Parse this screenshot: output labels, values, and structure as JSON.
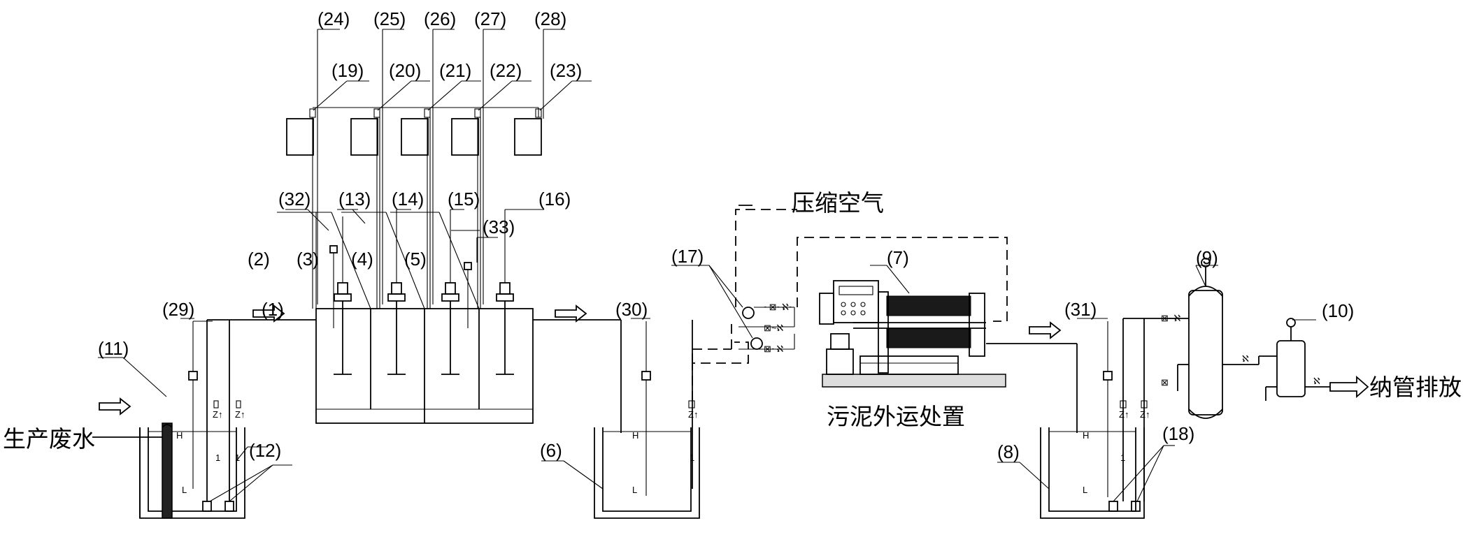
{
  "texts": {
    "wastewater": "生产废水",
    "compressed_air": "压缩空气",
    "sludge_disposal": "污泥外运处置",
    "discharge": "纳管排放",
    "level_high": "H",
    "level_low": "L"
  },
  "callouts": {
    "c1": "(1)",
    "c2": "(2)",
    "c3": "(3)",
    "c4": "(4)",
    "c5": "(5)",
    "c6": "(6)",
    "c7": "(7)",
    "c8": "(8)",
    "c9": "(9)",
    "c10": "(10)",
    "c11": "(11)",
    "c12": "(12)",
    "c13": "(13)",
    "c14": "(14)",
    "c15": "(15)",
    "c16": "(16)",
    "c17": "(17)",
    "c18": "(18)",
    "c19": "(19)",
    "c20": "(20)",
    "c21": "(21)",
    "c22": "(22)",
    "c23": "(23)",
    "c24": "(24)",
    "c25": "(25)",
    "c26": "(26)",
    "c27": "(27)",
    "c28": "(28)",
    "c29": "(29)",
    "c30": "(30)",
    "c31": "(31)",
    "c32": "(32)",
    "c33": "(33)"
  }
}
